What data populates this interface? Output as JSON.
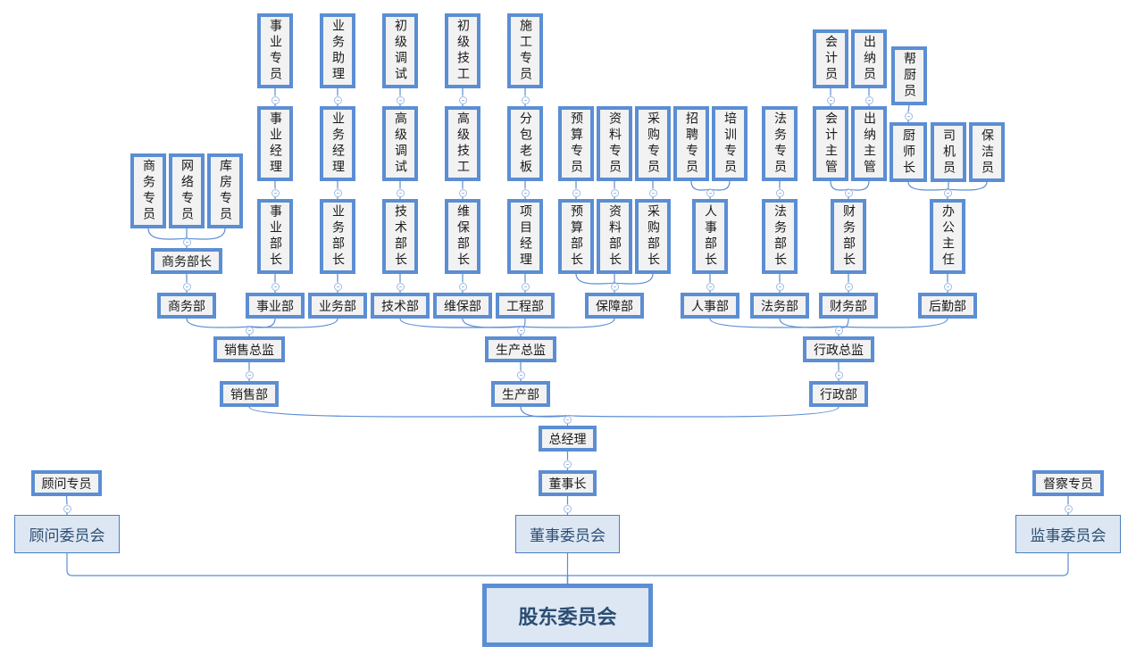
{
  "diagram": {
    "type": "org-chart",
    "colors": {
      "accent": "#5b8ed3",
      "node_fill": "#f2f2f2",
      "board_fill": "#dde7f3",
      "board_text": "#2c4d73",
      "line": "#5b8ed3"
    },
    "root": "股东委员会",
    "boards": {
      "advisory": "顾问委员会",
      "directors": "董事委员会",
      "supervisory": "监事委员会"
    },
    "roles": {
      "advisor": "顾问专员",
      "chairman": "董事长",
      "inspector": "督察专员",
      "general_manager": "总经理"
    },
    "departments": {
      "sales": "销售部",
      "production": "生产部",
      "admin": "行政部"
    },
    "directors_level": {
      "sales": "销售总监",
      "production": "生产总监",
      "admin": "行政总监"
    },
    "units": {
      "business_affairs": "商务部",
      "enterprise": "事业部",
      "operations": "业务部",
      "technology": "技术部",
      "maintenance": "维保部",
      "engineering": "工程部",
      "support": "保障部",
      "hr": "人事部",
      "legal": "法务部",
      "finance": "财务部",
      "logistics": "后勤部"
    },
    "unit_heads": {
      "business_affairs": "商务部长",
      "enterprise": "事业部长",
      "operations": "业务部长",
      "technology": "技术部长",
      "maintenance": "维保部长",
      "engineering": "项目经理",
      "budget": "预算部长",
      "materials": "资料部长",
      "procurement": "采购部长",
      "hr": "人事部长",
      "legal": "法务部长",
      "finance": "财务部长",
      "logistics": "办公主任"
    },
    "level3": {
      "commerce_specialist": "商务专员",
      "network_specialist": "网络专员",
      "warehouse_specialist": "库房专员",
      "enterprise_manager": "事业经理",
      "operations_manager": "业务经理",
      "senior_debugger": "高级调试",
      "senior_technician": "高级技工",
      "subcontractor": "分包老板",
      "budget_specialist": "预算专员",
      "materials_specialist": "资料专员",
      "procurement_specialist": "采购专员",
      "recruiting_specialist": "招聘专员",
      "training_specialist": "培训专员",
      "legal_specialist": "法务专员",
      "accounting_supervisor": "会计主管",
      "cashier_supervisor": "出纳主管",
      "head_chef": "厨师长",
      "driver": "司机员",
      "cleaner": "保洁员"
    },
    "level4": {
      "enterprise_specialist": "事业专员",
      "operations_assistant": "业务助理",
      "junior_debugger": "初级调试",
      "junior_technician": "初级技工",
      "construction_specialist": "施工专员",
      "accountant": "会计员",
      "cashier": "出纳员",
      "kitchen_helper": "帮厨员"
    }
  }
}
